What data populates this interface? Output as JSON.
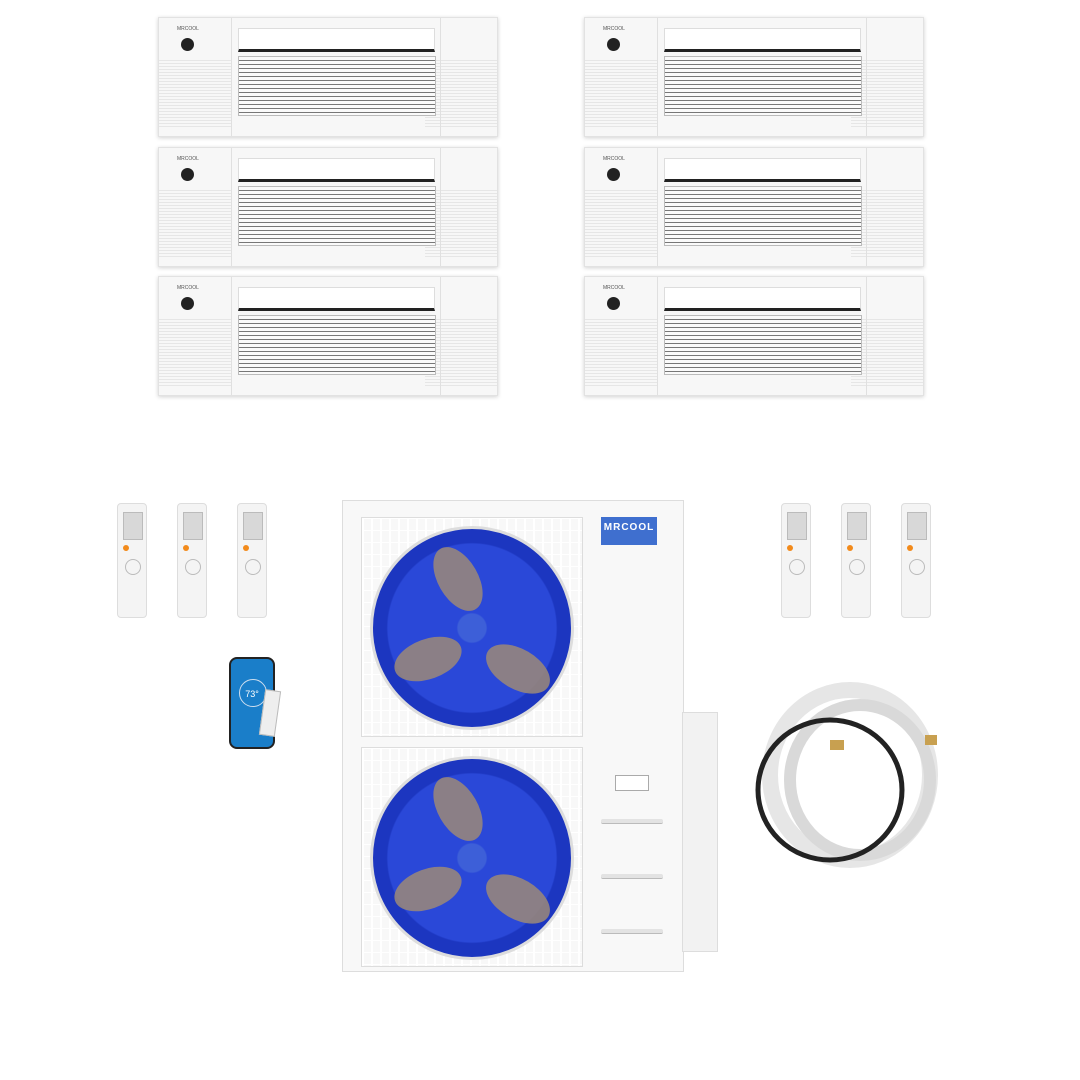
{
  "product": {
    "indoor_units": {
      "count": 6,
      "type": "ceiling-cassette",
      "brand_label": "MRCOOL"
    },
    "remotes": {
      "count": 6,
      "accent_color": "#f28a1b"
    },
    "smart_kit": {
      "phone_temperature": "73°",
      "screen_color": "#1a7ec9"
    },
    "outdoor_unit": {
      "logo": "MRCOOL",
      "logo_color": "#3f6fcf",
      "fan_color": "#2a48d8",
      "fans": 2
    },
    "line_set": {
      "color": "#e8e8e8"
    }
  }
}
